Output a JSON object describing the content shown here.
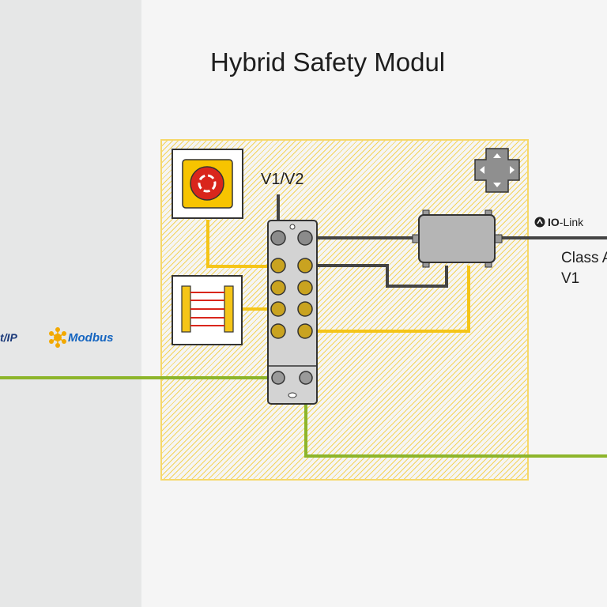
{
  "diagram": {
    "title": "Hybrid Safety Modul",
    "labels": {
      "v1v2": "V1/V2",
      "iolink_prefix": "IO",
      "iolink_suffix": "-Link",
      "class_a_line1": "Class A",
      "class_a_line2": "V1",
      "ethernet_ip": "t/IP",
      "modbus": "Modbus"
    },
    "icons": [
      "emergency-stop-icon",
      "light-curtain-icon",
      "valve-terminal-icon",
      "dpad-icon",
      "io-link-logo-icon",
      "modbus-logo-icon"
    ],
    "colors": {
      "safety_zone": "#f4d45a",
      "yellow_cable": "#f5c518",
      "green_cable": "#8db52b",
      "dark_cable": "#444444",
      "emergency_red": "#d9261c"
    }
  }
}
